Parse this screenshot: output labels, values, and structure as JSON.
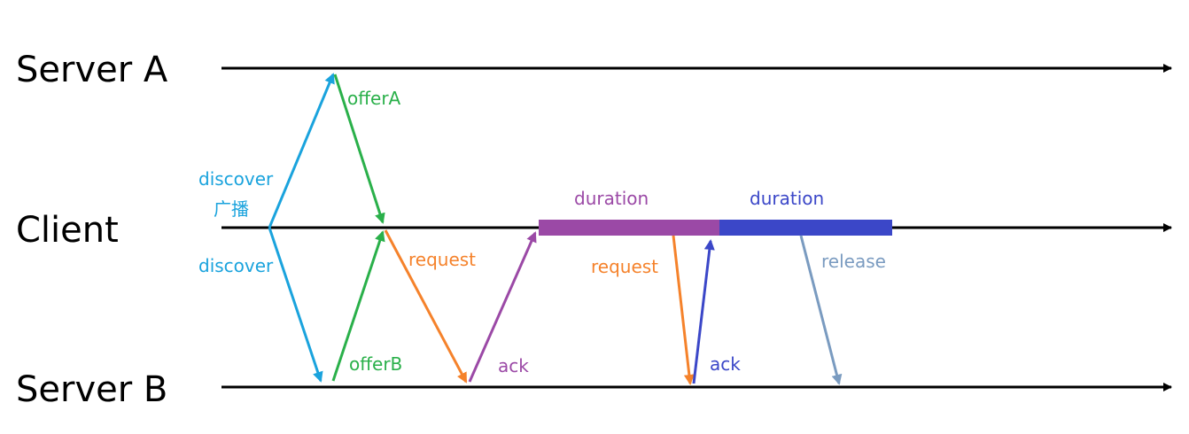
{
  "lanes": {
    "server_a": "Server A",
    "client": "Client",
    "server_b": "Server B"
  },
  "messages": {
    "discover_to_a": "discover",
    "discover_broadcast": "广播",
    "discover_to_b": "discover",
    "offer_a": "offerA",
    "offer_b": "offerB",
    "request_1": "request",
    "ack_1": "ack",
    "request_2": "request",
    "ack_2": "ack",
    "release": "release"
  },
  "durations": {
    "first": "duration",
    "second": "duration"
  },
  "colors": {
    "timeline": "#000000",
    "discover": "#1aa3dd",
    "offer": "#2ab04a",
    "request": "#f5822b",
    "ack_1": "#9b49a6",
    "ack_2": "#3b47c8",
    "release": "#7a9bc0",
    "duration_1": "#9b49a6",
    "duration_2": "#3b47c8"
  }
}
